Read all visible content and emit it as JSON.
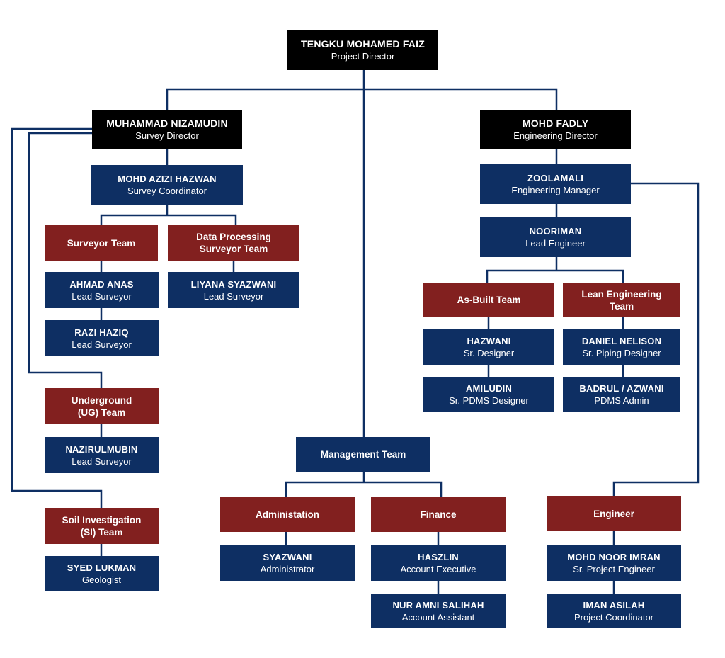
{
  "nodes": {
    "director": {
      "name": "TENGKU MOHAMED FAIZ",
      "role": "Project Director"
    },
    "survey_dir": {
      "name": "MUHAMMAD NIZAMUDIN",
      "role": "Survey Director"
    },
    "eng_dir": {
      "name": "MOHD FADLY",
      "role": "Engineering Director"
    },
    "survey_coord": {
      "name": "MOHD AZIZI HAZWAN",
      "role": "Survey Coordinator"
    },
    "surveyor_team": {
      "label": "Surveyor Team"
    },
    "dp_team": {
      "label1": "Data Processing",
      "label2": "Surveyor Team"
    },
    "ahmad": {
      "name": "AHMAD ANAS",
      "role": "Lead Surveyor"
    },
    "liyana": {
      "name": "LIYANA SYAZWANI",
      "role": "Lead Surveyor"
    },
    "razi": {
      "name": "RAZI HAZIQ",
      "role": "Lead Surveyor"
    },
    "ug_team": {
      "label1": "Underground",
      "label2": "(UG) Team"
    },
    "nazirul": {
      "name": "NAZIRULMUBIN",
      "role": "Lead Surveyor"
    },
    "si_team": {
      "label1": "Soil Investigation",
      "label2": "(SI) Team"
    },
    "syed": {
      "name": "SYED LUKMAN",
      "role": "Geologist"
    },
    "mgmt_team": {
      "label": "Management Team"
    },
    "admin_team": {
      "label": "Administation"
    },
    "finance_team": {
      "label": "Finance"
    },
    "syazwani": {
      "name": "SYAZWANI",
      "role": "Administrator"
    },
    "haszlin": {
      "name": "HASZLIN",
      "role": "Account Executive"
    },
    "nur": {
      "name": "NUR AMNI SALIHAH",
      "role": "Account Assistant"
    },
    "zoolamali": {
      "name": "ZOOLAMALI",
      "role": "Engineering Manager"
    },
    "nooriman": {
      "name": "NOORIMAN",
      "role": "Lead Engineer"
    },
    "asbuilt_team": {
      "label": "As-Built Team"
    },
    "lean_team": {
      "label1": "Lean Engineering",
      "label2": "Team"
    },
    "hazwani": {
      "name": "HAZWANI",
      "role": "Sr. Designer"
    },
    "daniel": {
      "name": "DANIEL NELISON",
      "role": "Sr. Piping Designer"
    },
    "amiludin": {
      "name": "AMILUDIN",
      "role": "Sr. PDMS Designer"
    },
    "badrul": {
      "name": "BADRUL / AZWANI",
      "role": "PDMS Admin"
    },
    "engineer_team": {
      "label": "Engineer"
    },
    "imran": {
      "name": "MOHD NOOR IMRAN",
      "role": "Sr. Project Engineer"
    },
    "iman": {
      "name": "IMAN ASILAH",
      "role": "Project Coordinator"
    }
  },
  "colors": {
    "connector": "#0e2f63",
    "director_box": "#000000",
    "person_box": "#0e2f63",
    "team_box": "#82201f",
    "text": "#ffffff"
  }
}
